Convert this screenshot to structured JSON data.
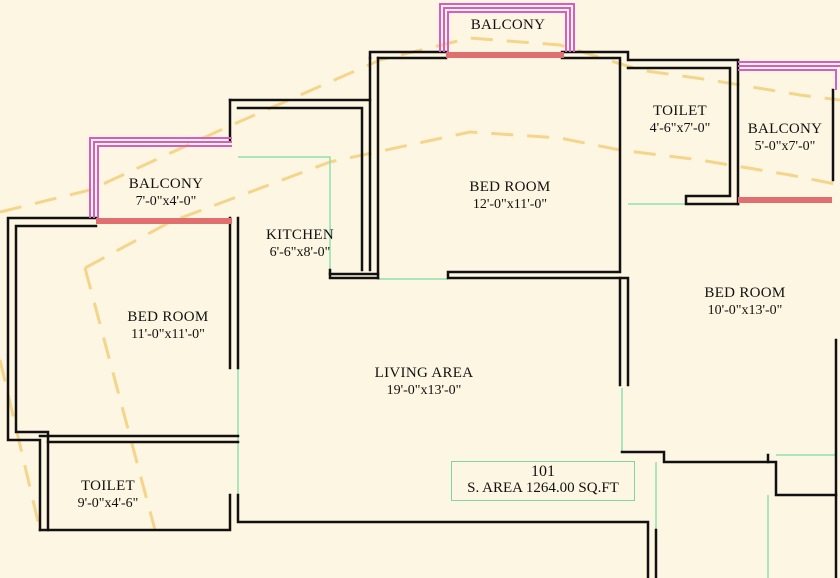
{
  "colors": {
    "background": "#fdf6e3",
    "wall": "#111111",
    "balcony_rail": "#d85cc4",
    "balcony_sill": "#e07070",
    "door_line": "#8fe0b0",
    "dashed_path": "#f4d58a"
  },
  "rooms": [
    {
      "id": "balcony-top",
      "name": "BALCONY",
      "dims": ""
    },
    {
      "id": "balcony-left",
      "name": "BALCONY",
      "dims": "7'-0\"x4'-0\""
    },
    {
      "id": "balcony-right",
      "name": "BALCONY",
      "dims": "5'-0\"x7'-0\""
    },
    {
      "id": "toilet-top",
      "name": "TOILET",
      "dims": "4'-6\"x7'-0\""
    },
    {
      "id": "bedroom-center",
      "name": "BED ROOM",
      "dims": "12'-0\"x11'-0\""
    },
    {
      "id": "kitchen",
      "name": "KITCHEN",
      "dims": "6'-6\"x8'-0\""
    },
    {
      "id": "bedroom-left",
      "name": "BED ROOM",
      "dims": "11'-0\"x11'-0\""
    },
    {
      "id": "bedroom-right",
      "name": "BED ROOM",
      "dims": "10'-0\"x13'-0\""
    },
    {
      "id": "living-area",
      "name": "LIVING AREA",
      "dims": "19'-0\"x13'-0\""
    },
    {
      "id": "toilet-bottom",
      "name": "TOILET",
      "dims": "9'-0\"x4'-6\""
    }
  ],
  "unit": {
    "number": "101",
    "area_label": "S. AREA 1264.00 SQ.FT"
  }
}
